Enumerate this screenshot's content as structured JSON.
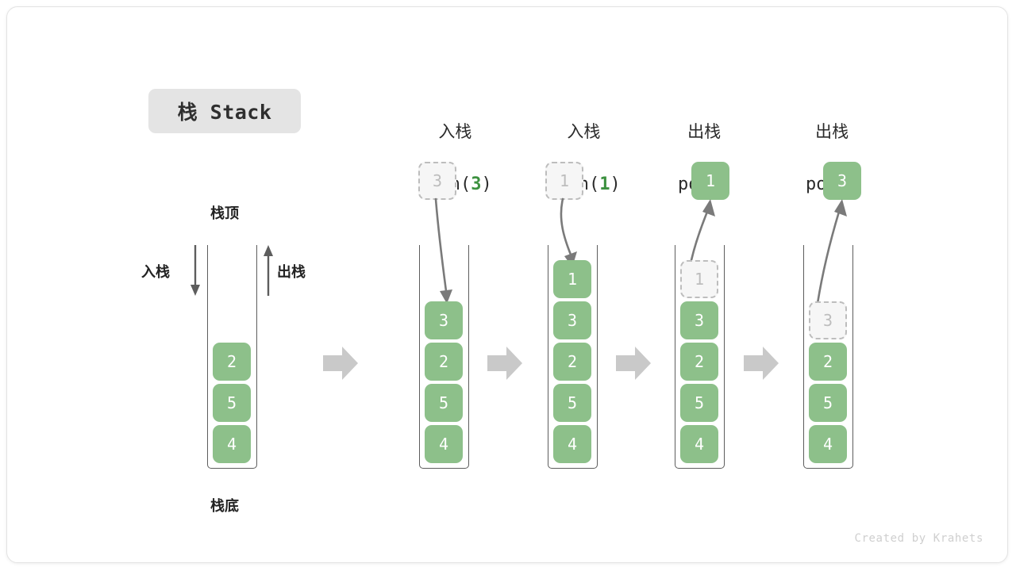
{
  "canvas": {
    "title_chip": "栈 Stack",
    "watermark": "Created by Krahets",
    "accent_green": "#8dc08a",
    "accent_green_dark": "#3d9140",
    "ghost_gray": "#bdbdbd",
    "outline_gray": "#5d5d5d",
    "step_arrow_gray": "#c9c9c9",
    "chip_bg": "#e4e4e4"
  },
  "base_stack": {
    "top_label": "栈顶",
    "bottom_label": "栈底",
    "push_label": "入栈",
    "pop_label": "出栈",
    "cells": [
      "2",
      "5",
      "4"
    ]
  },
  "steps": [
    {
      "op_cn": "入栈",
      "op_code_prefix": "push(",
      "op_code_arg": "3",
      "op_code_suffix": ")",
      "kind": "push",
      "floating_cell": "3",
      "floating_style": "ghost",
      "cells": [
        "3",
        "2",
        "5",
        "4"
      ],
      "ghost_index": -1
    },
    {
      "op_cn": "入栈",
      "op_code_prefix": "push(",
      "op_code_arg": "1",
      "op_code_suffix": ")",
      "kind": "push",
      "floating_cell": "1",
      "floating_style": "ghost",
      "cells": [
        "1",
        "3",
        "2",
        "5",
        "4"
      ],
      "ghost_index": -1
    },
    {
      "op_cn": "出栈",
      "op_code_prefix": "pop(",
      "op_code_arg": "",
      "op_code_suffix": ")",
      "kind": "pop",
      "floating_cell": "1",
      "floating_style": "solid",
      "cells": [
        "1",
        "3",
        "2",
        "5",
        "4"
      ],
      "ghost_index": 0
    },
    {
      "op_cn": "出栈",
      "op_code_prefix": "pop(",
      "op_code_arg": "",
      "op_code_suffix": ")",
      "kind": "pop",
      "floating_cell": "3",
      "floating_style": "solid",
      "cells": [
        "3",
        "2",
        "5",
        "4"
      ],
      "ghost_index": 0
    }
  ]
}
